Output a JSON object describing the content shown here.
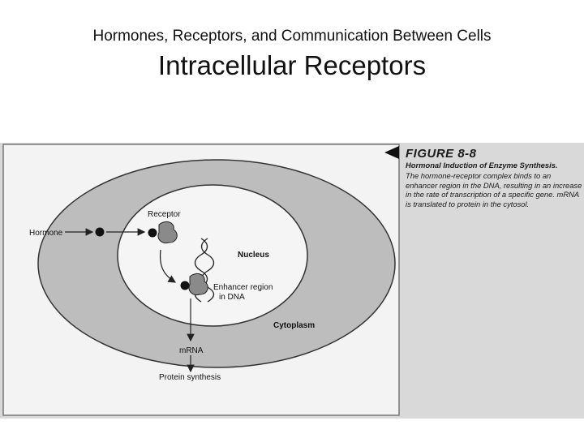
{
  "slide": {
    "subtitle": "Hormones, Receptors, and Communication Between Cells",
    "title": "Intracellular Receptors"
  },
  "figure": {
    "label": "FIGURE 8-8",
    "heading": "Hormonal Induction of Enzyme Synthesis.",
    "caption": "The hormone-receptor complex binds to an enhancer region in the DNA, resulting in an increase in the rate of transcription of a specific gene. mRNA is translated to protein in the cytosol.",
    "labels": {
      "hormone": "Hormone",
      "receptor": "Receptor",
      "nucleus": "Nucleus",
      "enhancer_line1": "Enhancer region",
      "enhancer_line2": "in DNA",
      "cytoplasm": "Cytoplasm",
      "mrna": "mRNA",
      "protein_synthesis": "Protein synthesis"
    }
  }
}
